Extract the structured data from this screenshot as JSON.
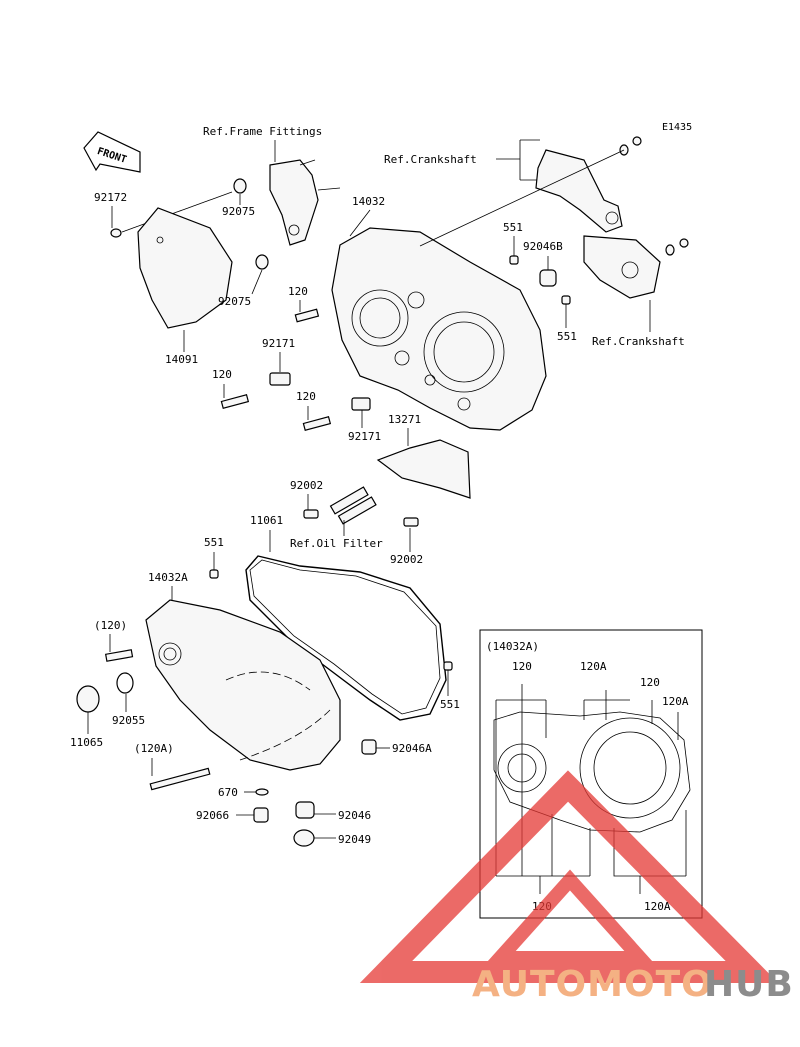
{
  "diagram_code": "E1435",
  "front_label": "FRONT",
  "references": {
    "frame_fittings": "Ref.Frame Fittings",
    "crankshaft_top": "Ref.Crankshaft",
    "crankshaft_right": "Ref.Crankshaft",
    "oil_filter": "Ref.Oil Filter"
  },
  "parts": {
    "p92172": "92172",
    "p14091": "14091",
    "p92075a": "92075",
    "p92075b": "92075",
    "p14032": "14032",
    "p551a": "551",
    "p92046B": "92046B",
    "p551b": "551",
    "p120a": "120",
    "p92171a": "92171",
    "p120b": "120",
    "p120c": "120",
    "p92171b": "92171",
    "p13271": "13271",
    "p92002a": "92002",
    "p92002b": "92002",
    "p11061": "11061",
    "p551c": "551",
    "p14032A": "14032A",
    "p120paren": "(120)",
    "p92055": "92055",
    "p11065": "11065",
    "p120Aparen": "(120A)",
    "p670": "670",
    "p92066": "92066",
    "p92046A": "92046A",
    "p92046": "92046",
    "p92049": "92049",
    "p551d": "551"
  },
  "inset": {
    "title": "(14032A)",
    "l120_tl": "120",
    "l120A_tm": "120A",
    "l120_tr": "120",
    "l120A_tr": "120A",
    "l120_bottom": "120",
    "l120A_bottom": "120A"
  },
  "watermark": {
    "part1": "AUTOMOTO",
    "part2": "HUB",
    "colors": {
      "triangle": "#e53935",
      "text_light": "#f4b183",
      "text_dark": "#8c8c8c"
    }
  }
}
